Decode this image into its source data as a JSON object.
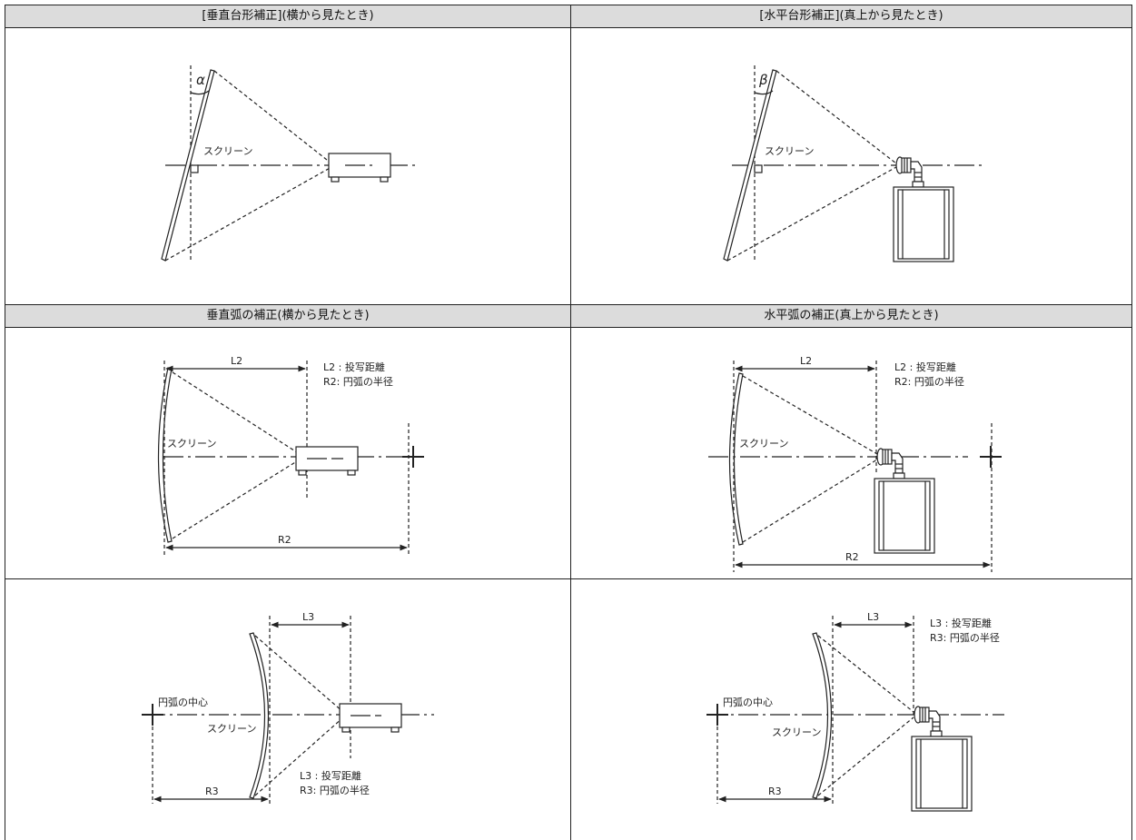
{
  "headers": {
    "vertical_keystone": "[垂直台形補正](横から見たとき)",
    "horizontal_keystone": "[水平台形補正](真上から見たとき)",
    "vertical_arc": "垂直弧の補正(横から見たとき)",
    "horizontal_arc": "水平弧の補正(真上から見たとき)"
  },
  "labels": {
    "screen": "スクリーン",
    "alpha": "α",
    "beta": "β",
    "l2": "L2",
    "r2": "R2",
    "l3": "L3",
    "r3": "R3",
    "l2_legend": "L2 : 投写距離",
    "r2_legend": "R2: 円弧の半径",
    "l3_legend": "L3 : 投写距離",
    "r3_legend": "R3: 円弧の半径",
    "arc_center": "円弧の中心"
  },
  "colors": {
    "line": "#222222",
    "header_bg": "#dcdcdc",
    "device_fill": "#ffffff"
  }
}
